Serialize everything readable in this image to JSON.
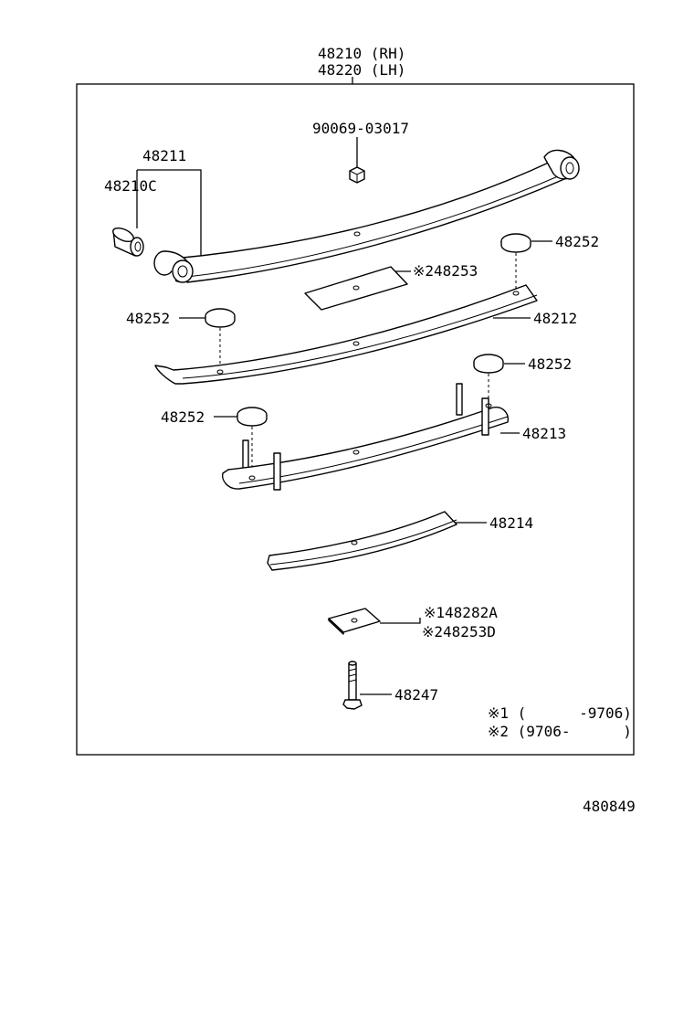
{
  "assembly": {
    "part_rh": "48210 (RH)",
    "part_lh": "48220 (LH)"
  },
  "labels": {
    "nut": "90069-03017",
    "leaf_no1": "48211",
    "bushing": "48210C",
    "silencer_top_right": "48252",
    "plate_248253": "※248253",
    "silencer_leaf2": "48252",
    "leaf_no2": "48212",
    "silencer_leaf3_right": "48252",
    "silencer_leaf3_left": "48252",
    "leaf_no3": "48213",
    "leaf_no4": "48214",
    "plate_148282a": "※148282A",
    "plate_248253d": "※248253D",
    "bolt": "48247"
  },
  "notes": {
    "note1": "※1 (      -9706)",
    "note2": "※2 (9706-      )"
  },
  "figure_id": "480849"
}
